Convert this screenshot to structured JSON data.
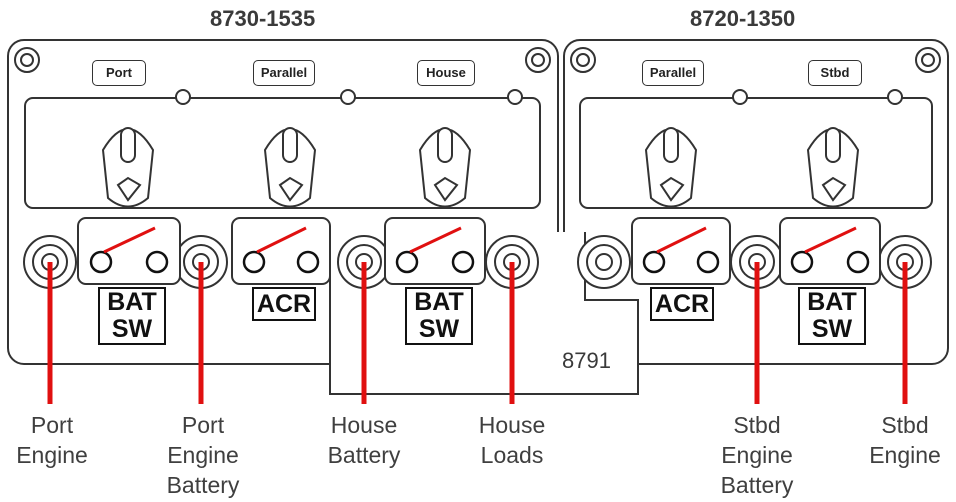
{
  "headers": {
    "left_model": "8730-1535",
    "right_model": "8720-1350",
    "link_model": "8791"
  },
  "tags": {
    "port": "Port",
    "parallel_left": "Parallel",
    "house": "House",
    "parallel_right": "Parallel",
    "stbd": "Stbd"
  },
  "switches": [
    {
      "lines": [
        "BAT",
        "SW"
      ]
    },
    {
      "lines": [
        "ACR"
      ]
    },
    {
      "lines": [
        "BAT",
        "SW"
      ]
    },
    {
      "lines": [
        "ACR"
      ]
    },
    {
      "lines": [
        "BAT",
        "SW"
      ]
    }
  ],
  "wires": [
    {
      "lines": [
        "Port",
        "Engine"
      ]
    },
    {
      "lines": [
        "Port",
        "Engine",
        "Battery"
      ]
    },
    {
      "lines": [
        "House",
        "Battery"
      ]
    },
    {
      "lines": [
        "House",
        "Loads"
      ]
    },
    {
      "lines": [
        "Stbd",
        "Engine",
        "Battery"
      ]
    },
    {
      "lines": [
        "Stbd",
        "Engine"
      ]
    }
  ],
  "colors": {
    "wire": "#e01010",
    "outline": "#333333",
    "label_text": "#3f3f3f"
  }
}
